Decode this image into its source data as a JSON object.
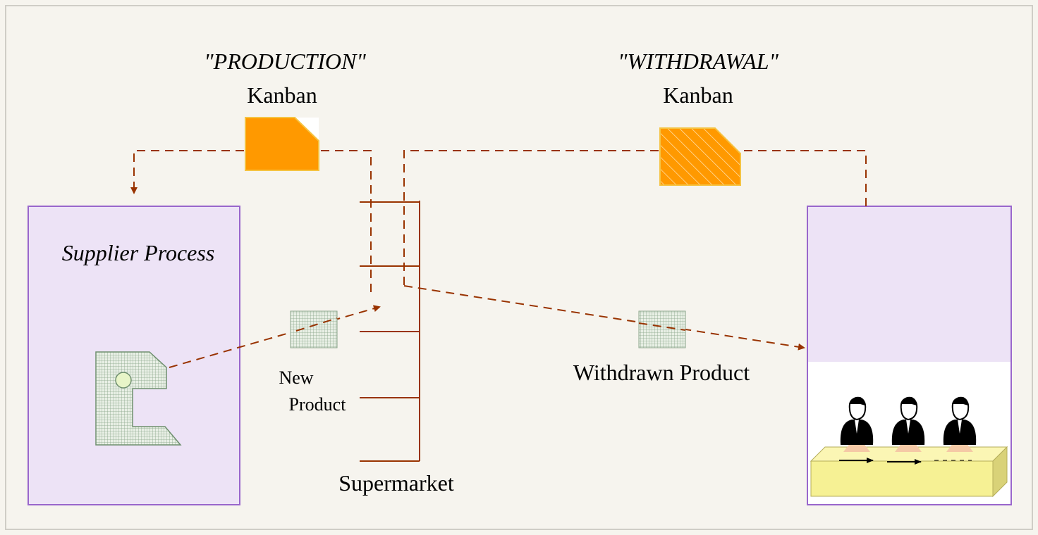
{
  "labels": {
    "production_kanban_type": "\"PRODUCTION\"",
    "production_kanban_word": "Kanban",
    "withdrawal_kanban_type": "\"WITHDRAWAL\"",
    "withdrawal_kanban_word": "Kanban",
    "supplier_process": "Supplier Process",
    "new_product_line1": "New",
    "new_product_line2": "Product",
    "withdrawn_product": "Withdrawn Product",
    "supermarket": "Supermarket"
  },
  "colors": {
    "background": "#f6f4ee",
    "process_box_fill": "#ede3f6",
    "process_box_stroke": "#9966cc",
    "kanban_orange": "#ff9900",
    "kanban_stroke": "#f5c342",
    "flow_line": "#993300",
    "product_green": "#a9c4a9",
    "conveyor_yellow": "#f6f194",
    "conveyor_side": "#d9d278"
  },
  "icons": {
    "production_kanban": "production-kanban-card-icon",
    "withdrawal_kanban": "withdrawal-kanban-card-icon",
    "supplier_machine": "machine-icon",
    "new_product": "product-box-icon",
    "withdrawn_product": "product-box-icon",
    "workers": "worker-icon"
  }
}
